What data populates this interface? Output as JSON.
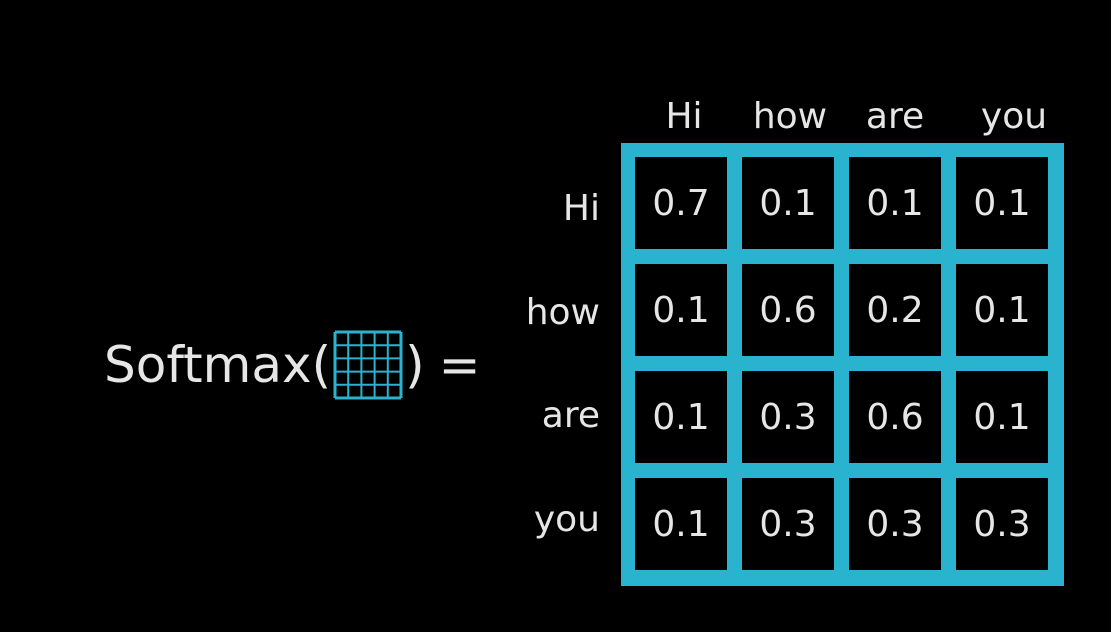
{
  "formula": {
    "function_name": "Softmax",
    "open_paren": "(",
    "close_paren": ")",
    "equals": "=",
    "grid_icon": "matrix-grid-icon"
  },
  "matrix": {
    "column_labels": [
      "Hi",
      "how",
      "are",
      "you"
    ],
    "row_labels": [
      "Hi",
      "how",
      "are",
      "you"
    ],
    "values": [
      [
        "0.7",
        "0.1",
        "0.1",
        "0.1"
      ],
      [
        "0.1",
        "0.6",
        "0.2",
        "0.1"
      ],
      [
        "0.1",
        "0.3",
        "0.6",
        "0.1"
      ],
      [
        "0.1",
        "0.3",
        "0.3",
        "0.3"
      ]
    ]
  },
  "colors": {
    "background": "#000000",
    "accent": "#2ab3cf",
    "text": "#e6e6e6"
  }
}
